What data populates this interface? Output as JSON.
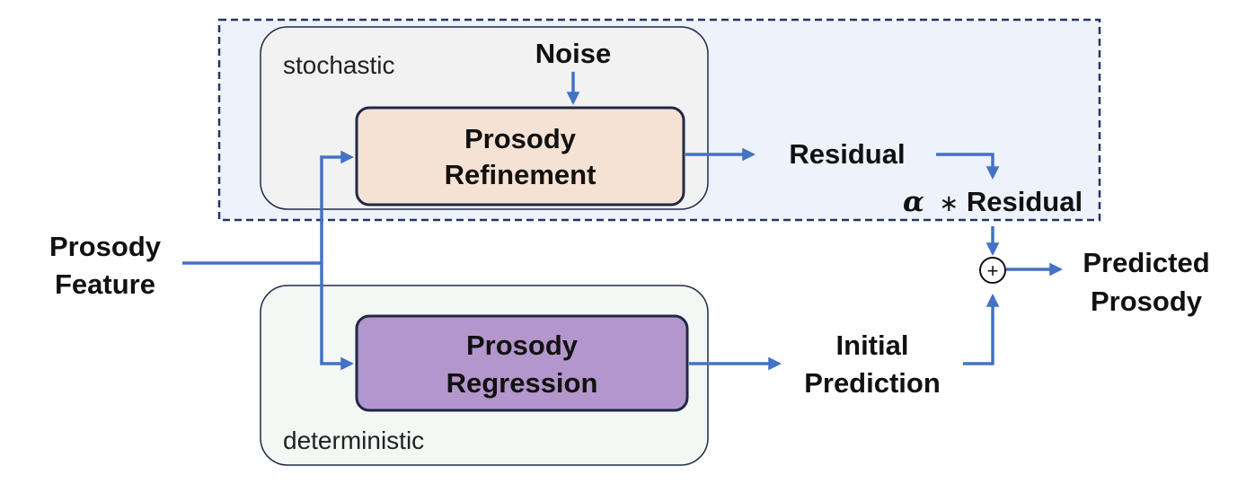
{
  "groups": {
    "stochastic_label": "stochastic",
    "deterministic_label": "deterministic"
  },
  "nodes": {
    "noise": "Noise",
    "refinement": [
      "Prosody",
      "Refinement"
    ],
    "regression": [
      "Prosody",
      "Regression"
    ],
    "prosody_feature": [
      "Prosody",
      "Feature"
    ],
    "residual": "Residual",
    "alpha_residual": {
      "symbol": "α",
      "operator": "∗",
      "text": "Residual"
    },
    "initial_prediction": [
      "Initial",
      "Prediction"
    ],
    "predicted_prosody": [
      "Predicted",
      "Prosody"
    ],
    "sum_symbol": "+"
  },
  "colors": {
    "arrow": "#4472C4",
    "refinement_fill": "#F6E2D4",
    "regression_fill": "#B396CB",
    "box_border": "#1F2A44",
    "stochastic_fill": "#F2F2F2",
    "deterministic_fill": "#F4F8F5",
    "highlight_fill": "#EEF2FB",
    "highlight_border": "#1F3864"
  }
}
